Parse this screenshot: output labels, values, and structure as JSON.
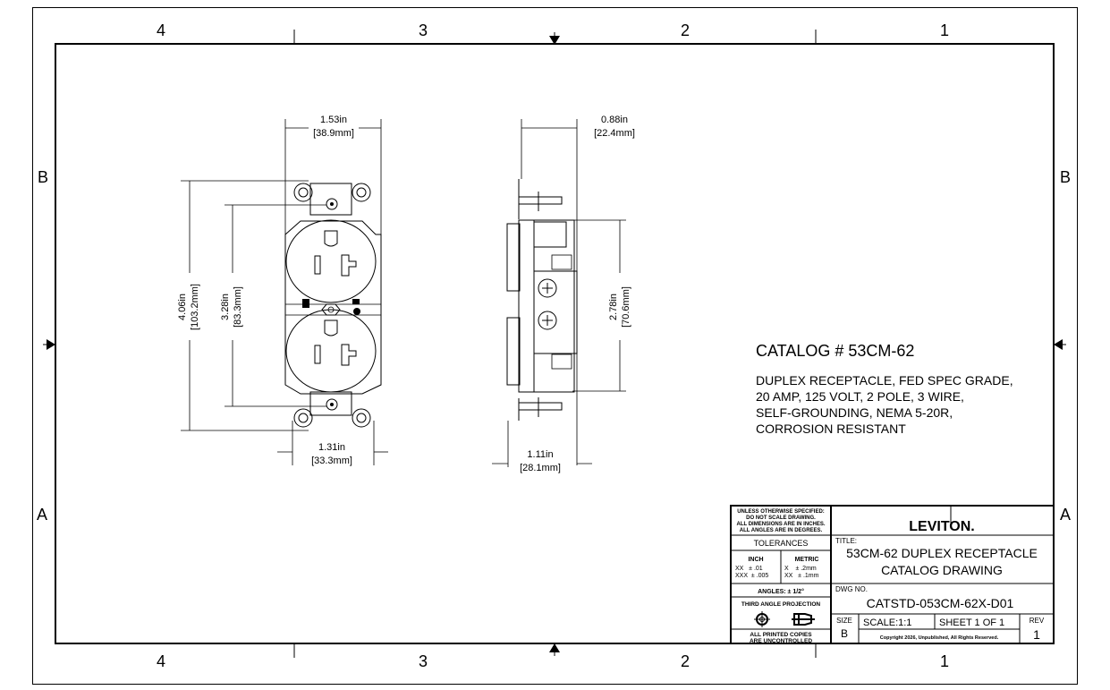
{
  "zones": {
    "columns": [
      "4",
      "3",
      "2",
      "1"
    ],
    "rows": [
      "B",
      "A"
    ]
  },
  "front_view": {
    "width_top": {
      "in": "1.53in",
      "mm": "[38.9mm]"
    },
    "height_overall": {
      "in": "4.06in",
      "mm": "[103.2mm]"
    },
    "height_mount": {
      "in": "3.28in",
      "mm": "[83.3mm]"
    },
    "width_bottom": {
      "in": "1.31in",
      "mm": "[33.3mm]"
    }
  },
  "side_view": {
    "depth_top": {
      "in": "0.88in",
      "mm": "[22.4mm]"
    },
    "height": {
      "in": "2.78in",
      "mm": "[70.6mm]"
    },
    "depth_bottom": {
      "in": "1.11in",
      "mm": "[28.1mm]"
    }
  },
  "catalog": {
    "title": "CATALOG # 53CM-62",
    "description": [
      "DUPLEX RECEPTACLE, FED SPEC GRADE,",
      "20 AMP, 125 VOLT, 2 POLE, 3 WIRE,",
      "SELF-GROUNDING, NEMA 5-20R,",
      "CORROSION RESISTANT"
    ]
  },
  "title_block": {
    "notes": [
      "UNLESS OTHERWISE SPECIFIED:",
      "DO NOT SCALE DRAWING.",
      "ALL DIMENSIONS ARE IN INCHES.",
      "ALL ANGLES ARE IN DEGREES."
    ],
    "tolerances_label": "TOLERANCES",
    "inch_label": "INCH",
    "inch_rows": [
      "XX   ± .01",
      "XXX  ± .005"
    ],
    "metric_label": "METRIC",
    "metric_rows": [
      "X    ± .2mm",
      "XX   ± .1mm"
    ],
    "angles": "ANGLES: ± 1/2°",
    "projection": "THIRD ANGLE PROJECTION",
    "copies": [
      "ALL PRINTED COPIES",
      "ARE UNCONTROLLED"
    ],
    "logo": "LEVITON.",
    "title_label": "TITLE:",
    "title_lines": [
      "53CM-62 DUPLEX RECEPTACLE",
      "CATALOG DRAWING"
    ],
    "dwg_label": "DWG NO.",
    "dwg_no": "CATSTD-053CM-62X-D01",
    "size_label": "SIZE",
    "size": "B",
    "scale": "SCALE:1:1",
    "sheet": "SHEET 1 OF 1",
    "rev_label": "REV",
    "rev": "1",
    "copyright": "Copyright 2026, Unpublished, All Rights Reserved."
  }
}
